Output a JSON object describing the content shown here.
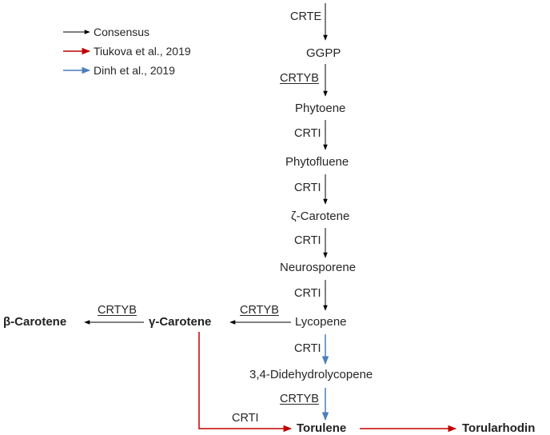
{
  "legend": [
    {
      "label": "Consensus",
      "color": "#000000"
    },
    {
      "label": "Tiukova et al., 2019",
      "color": "#c00000"
    },
    {
      "label": "Dinh et al., 2019",
      "color": "#4a7ebb"
    }
  ],
  "compounds": {
    "ggpp": "GGPP",
    "phytoene": "Phytoene",
    "phytofluene": "Phytofluene",
    "zeta_carotene": "ζ-Carotene",
    "neurosporene": "Neurosporene",
    "lycopene": "Lycopene",
    "didehydrolycopene": "3,4-Didehydrolycopene",
    "torulene": "Torulene",
    "torularhodin": "Torularhodin",
    "gamma_carotene": "γ-Carotene",
    "beta_carotene": "β-Carotene"
  },
  "enzymes": {
    "crte": "CRTE",
    "crtyb_1": "CRTYB",
    "crti_1": "CRTI",
    "crti_2": "CRTI",
    "crti_3": "CRTI",
    "crti_4": "CRTI",
    "crtyb_lyc_gamma": "CRTYB",
    "crtyb_gamma_beta": "CRTYB",
    "crti_5": "CRTI",
    "crtyb_2": "CRTYB",
    "crti_torulene": "CRTI"
  }
}
